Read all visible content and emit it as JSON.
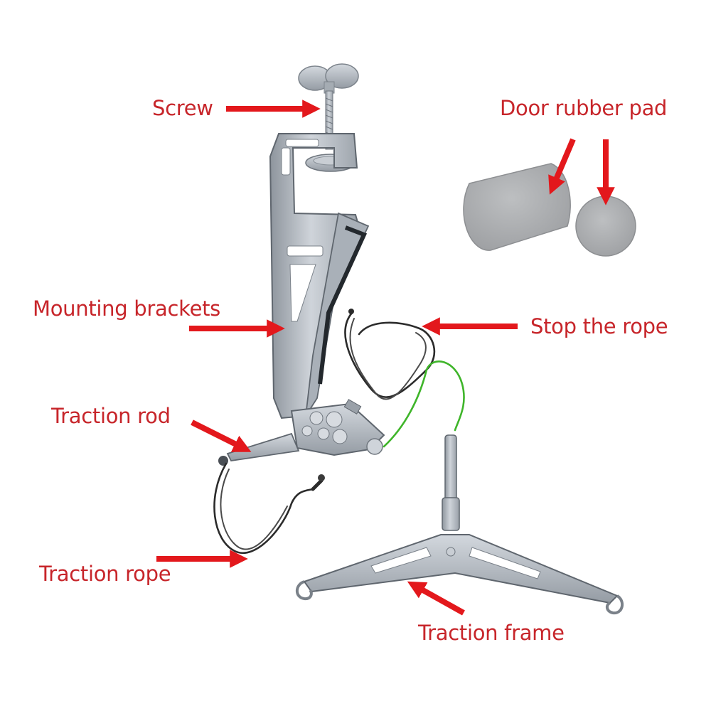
{
  "labels": {
    "screw": "Screw",
    "door_rubber_pad": "Door rubber pad",
    "mounting_brackets": "Mounting brackets",
    "stop_the_rope": "Stop the rope",
    "traction_rod": "Traction rod",
    "traction_rope": "Traction rope",
    "traction_frame": "Traction frame"
  },
  "colors": {
    "label": "#c7252a",
    "arrow": "#e3181c",
    "metal": "#b9bfc6",
    "rubber_pad": "#a9abad",
    "rope": "#2b2b2b",
    "green_cord": "#3fb52a"
  }
}
